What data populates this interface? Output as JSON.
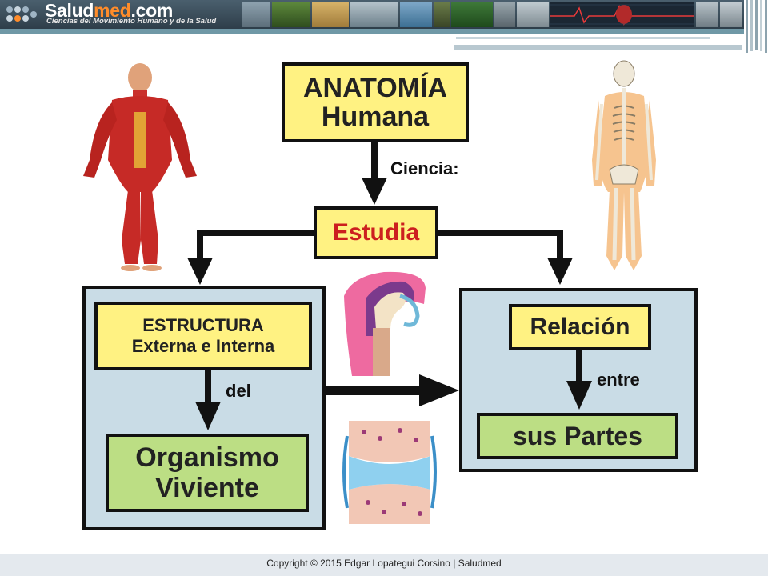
{
  "header": {
    "logo_main": "Salud",
    "logo_accent": "med",
    "logo_suffix": ".com",
    "tagline": "Ciencias del Movimiento Humano y de la Salud"
  },
  "diagram": {
    "title_line1": "ANATOMÍA",
    "title_line2": "Humana",
    "label_ciencia": "Ciencia:",
    "studies": "Estudia",
    "structure_line1": "ESTRUCTURA",
    "structure_line2": "Externa e Interna",
    "label_del": "del",
    "organism_line1": "Organismo",
    "organism_line2": "Viviente",
    "relation": "Relación",
    "label_entre": "entre",
    "parts": "sus Partes"
  },
  "footer": {
    "copyright": "Copyright © 2015 Edgar Lopategui Corsino | Saludmed"
  },
  "colors": {
    "box_yellow": "#fff282",
    "box_green": "#bcde84",
    "panel_blue": "#c9dce6",
    "title_red": "#cc1f1f",
    "logo_accent": "#ff8c2a"
  }
}
